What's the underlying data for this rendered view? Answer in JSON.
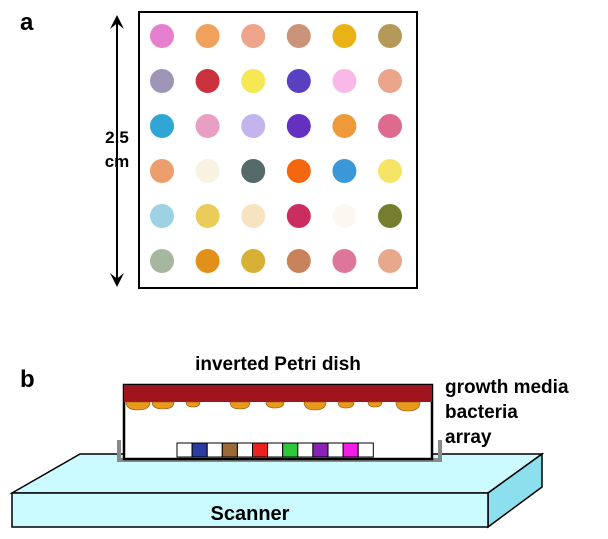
{
  "panel_a": {
    "label": "a",
    "scale_value": "2.5",
    "scale_unit": "cm",
    "spot_rows": [
      [
        "#e77fcf",
        "#f0a15b",
        "#eea58c",
        "#c99479",
        "#e9b315",
        "#b59959"
      ],
      [
        "#9f96b7",
        "#c9323c",
        "#f6e754",
        "#5840c1",
        "#f8b9e6",
        "#eaa58a"
      ],
      [
        "#2fa6d5",
        "#e89fc3",
        "#c4b4ee",
        "#6330c2",
        "#ee9a3a",
        "#de6a8e"
      ],
      [
        "#ec9e6c",
        "#f7f2e2",
        "#576a6a",
        "#f4670f",
        "#3a98d6",
        "#f6e466"
      ],
      [
        "#9cd2e4",
        "#ebcc5a",
        "#f7e3c1",
        "#cc2d5f",
        "#fbf7f1",
        "#757d2e"
      ],
      [
        "#a7b69f",
        "#e1901a",
        "#d6b136",
        "#c8835d",
        "#dd769a",
        "#e7a88c"
      ]
    ]
  },
  "panel_b": {
    "label": "b",
    "dish_label": "inverted Petri dish",
    "media_label": "growth media",
    "bacteria_label": "bacteria",
    "array_label": "array",
    "scanner_label": "Scanner",
    "colors": {
      "media": "#a0141e",
      "bacteria": "#e89a1c",
      "scanner_face": "#ccfbff",
      "scanner_side": "#8ce0ee",
      "tray": "#8a8a8a"
    },
    "array_squares": [
      "#ffffff",
      "#2b3b9e",
      "#ffffff",
      "#9a6a38",
      "#ffffff",
      "#ee1f1f",
      "#ffffff",
      "#2ec83a",
      "#ffffff",
      "#8a22b8",
      "#ffffff",
      "#f21ee6",
      "#ffffff"
    ]
  }
}
